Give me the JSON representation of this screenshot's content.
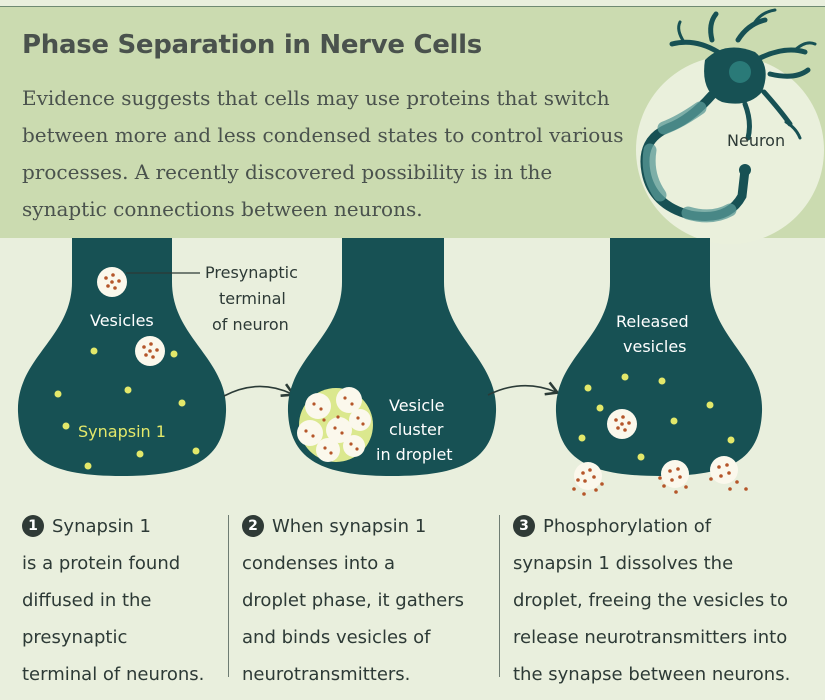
{
  "title": "Phase Separation in Nerve Cells",
  "intro": "Evidence suggests that cells may use proteins that switch between more and less condensed states to control various processes. A recently discovered possibility is in the synaptic connections between neurons.",
  "labels": {
    "neuron": "Neuron",
    "presynaptic": [
      "Presynaptic",
      "terminal",
      "of neuron"
    ],
    "vesicles": "Vesicles",
    "synapsin": "Synapsin 1",
    "cluster": [
      "Vesicle",
      "cluster",
      "in droplet"
    ],
    "released": [
      "Released",
      "vesicles"
    ]
  },
  "steps": [
    {
      "number": "1",
      "lines": [
        "Synapsin 1",
        "is a protein found",
        "diffused in the",
        "presynaptic",
        "terminal of neurons."
      ]
    },
    {
      "number": "2",
      "lines": [
        "When synapsin 1",
        "condenses into a",
        "droplet phase, it gathers",
        "and binds vesicles of",
        "neurotransmitters."
      ]
    },
    {
      "number": "3",
      "lines": [
        "Phosphorylation of",
        "synapsin 1 dissolves the",
        "droplet, freeing the vesicles to",
        "release neurotransmitters into",
        "the synapse between neurons."
      ]
    }
  ],
  "colors": {
    "terminal": "#175154",
    "header_bg": "#cbdbb0",
    "page_bg": "#e9efdd",
    "synapsin_dot": "#e3e86a",
    "vesicle": "#fbf8ec",
    "vesicle_dot": "#b5562a"
  }
}
